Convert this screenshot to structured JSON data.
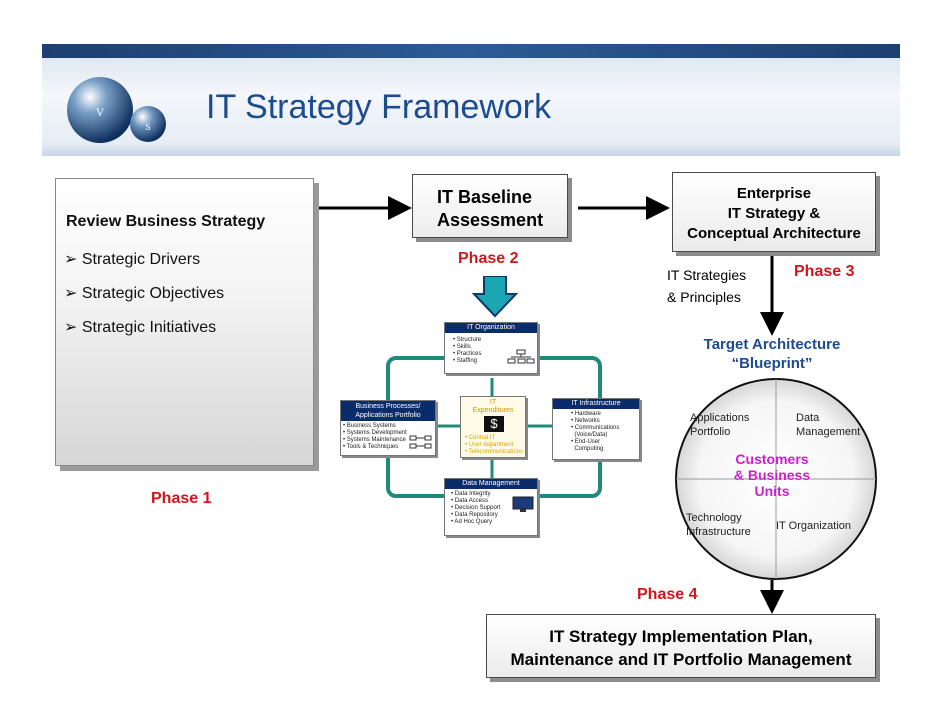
{
  "header": {
    "title": "IT Strategy Framework"
  },
  "review_box": {
    "heading": "Review Business Strategy",
    "bullets": [
      "Strategic Drivers",
      "Strategic Objectives",
      "Strategic Initiatives"
    ],
    "phase": "Phase 1"
  },
  "baseline_box": {
    "line1": "IT Baseline",
    "line2": "Assessment",
    "phase": "Phase 2"
  },
  "enterprise_box": {
    "line1": "Enterprise",
    "line2": "IT Strategy &",
    "line3": "Conceptual Architecture",
    "phase": "Phase 3",
    "note_line1": "IT Strategies",
    "note_line2": "& Principles"
  },
  "target": {
    "line1": "Target Architecture",
    "line2": "“Blueprint”",
    "quadrants": {
      "applications_line1": "Applications",
      "applications_line2": "Portfolio",
      "data_line1": "Data",
      "data_line2": "Management",
      "technology_line1": "Technology",
      "technology_line2": "Infrastructure",
      "organization": "IT Organization"
    },
    "center_line1": "Customers",
    "center_line2": "& Business",
    "center_line3": "Units"
  },
  "assessment_diagram": {
    "org": {
      "title": "IT Organization",
      "items": [
        "• Structure",
        "• Skills",
        "• Practices",
        "• Staffing"
      ]
    },
    "business": {
      "title_line1": "Business Processes/",
      "title_line2": "Applications Portfolio",
      "items": [
        "• Business Systems",
        "• Systems Development",
        "• Systems Maintenance",
        "• Tools & Techniques"
      ]
    },
    "expenditures": {
      "title_line1": "IT",
      "title_line2": "Expenditures",
      "symbol": "$",
      "items": [
        "• Central IT",
        "• User department",
        "• Telecommunications"
      ]
    },
    "infrastructure": {
      "title": "IT Infrastructure",
      "items": [
        "• Hardware",
        "• Networks",
        "• Communications",
        "  (Voice/Data)",
        "• End-User",
        "  Computing"
      ]
    },
    "data": {
      "title": "Data Management",
      "items": [
        "• Data Integrity",
        "• Data Access",
        "• Decision Support",
        "• Data Repository",
        "• Ad Hoc Query"
      ]
    }
  },
  "implementation_box": {
    "line1": "IT Strategy Implementation Plan,",
    "line2": "Maintenance and IT Portfolio Management",
    "phase": "Phase 4"
  },
  "colors": {
    "title_blue": "#1c4b8f",
    "phase_red": "#d0161c",
    "teal_loop": "#1f8a7a",
    "navy_header": "#0b2c6b",
    "down_arrow": "#1aa7b3",
    "center_purple": "#cc1fcc"
  }
}
